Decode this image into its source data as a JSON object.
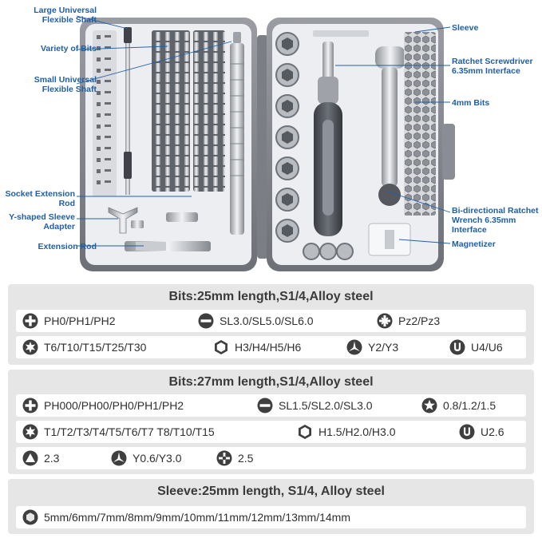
{
  "callouts": {
    "large_shaft": "Large Universal Flexible Shaft",
    "variety_bits": "Variety of Bits",
    "small_shaft": "Small Universal Flexible Shaft",
    "socket_rod": "Socket Extension Rod",
    "y_adapter": "Y-shaped Sleeve Adapter",
    "extension_rod": "Extension Rod",
    "sleeve": "Sleeve",
    "ratchet_screwdriver": "Ratchet Screwdriver 6.35mm Interface",
    "bits_4mm": "4mm Bits",
    "ratchet_wrench": "Bi-directional Ratchet Wrench 6.35mm Interface",
    "magnetizer": "Magnetizer"
  },
  "sections": [
    {
      "title": "Bits:25mm length,S1/4,Alloy steel",
      "rows": [
        [
          {
            "icon": "phillips-icon",
            "label": "PH0/PH1/PH2"
          },
          {
            "icon": "slotted-icon",
            "label": "SL3.0/SL5.0/SL6.0"
          },
          {
            "icon": "pozidriv-icon",
            "label": "Pz2/Pz3"
          }
        ],
        [
          {
            "icon": "torx-icon",
            "label": "T6/T10/T15/T25/T30"
          },
          {
            "icon": "hex-icon",
            "label": "H3/H4/H5/H6"
          },
          {
            "icon": "tri-wing-icon",
            "label": "Y2/Y3"
          },
          {
            "icon": "u-bit-icon",
            "label": "U4/U6"
          }
        ]
      ]
    },
    {
      "title": "Bits:27mm length,S1/4,Alloy steel",
      "rows": [
        [
          {
            "icon": "phillips-icon",
            "label": "PH000/PH00/PH0/PH1/PH2"
          },
          {
            "icon": "slotted-icon",
            "label": "SL1.5/SL2.0/SL3.0"
          },
          {
            "icon": "pentalobe-icon",
            "label": "0.8/1.2/1.5"
          }
        ],
        [
          {
            "icon": "torx-icon",
            "label": "T1/T2/T3/T4/T5/T6/T7 T8/T10/T15"
          },
          {
            "icon": "hex-icon",
            "label": "H1.5/H2.0/H3.0"
          },
          {
            "icon": "u-bit-icon",
            "label": "U2.6"
          }
        ],
        [
          {
            "icon": "triangle-icon",
            "label": "2.3"
          },
          {
            "icon": "tri-wing-icon",
            "label": "Y0.6/Y3.0"
          },
          {
            "icon": "cross-point-icon",
            "label": "2.5"
          }
        ]
      ]
    },
    {
      "title": "Sleeve:25mm length, S1/4, Alloy steel",
      "rows": [
        [
          {
            "icon": "hex-socket-icon",
            "label": "5mm/6mm/7mm/8mm/9mm/10mm/11mm/12mm/13mm/14mm"
          }
        ]
      ]
    }
  ]
}
